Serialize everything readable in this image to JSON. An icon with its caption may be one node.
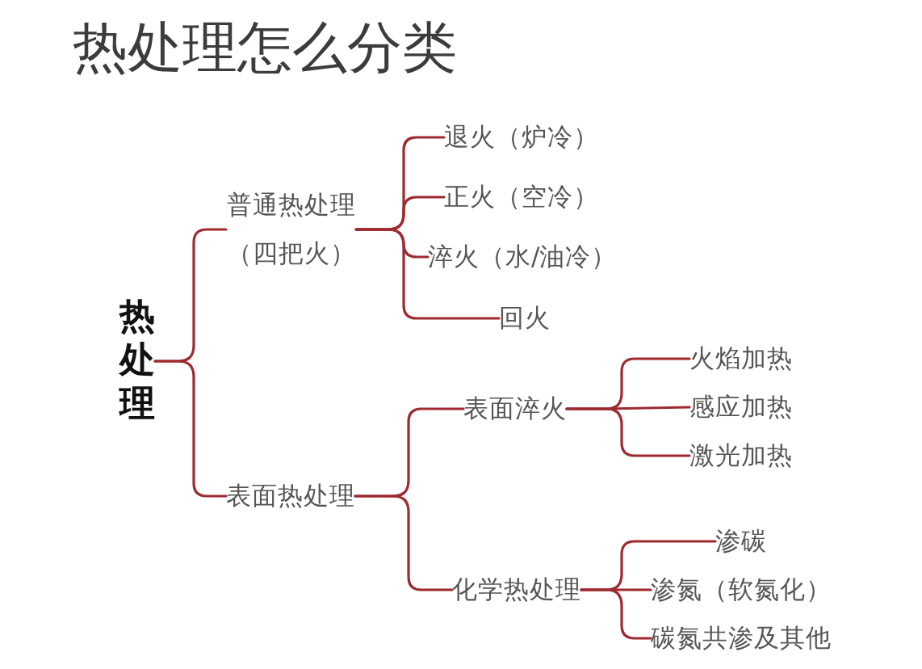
{
  "diagram": {
    "title": "热处理怎么分类",
    "nodes": [
      {
        "text": [
          "热处理"
        ]
      },
      {
        "text": [
          "普通热处理（四把火）"
        ]
      },
      {
        "text": [
          "退火（炉冷）"
        ]
      },
      {
        "text": [
          "正火（空冷）"
        ]
      },
      {
        "text": [
          "淬火（水/油冷）"
        ]
      },
      {
        "text": [
          "回火"
        ]
      },
      {
        "text": [
          "表面热处理"
        ]
      },
      {
        "text": [
          "表面淬火"
        ]
      },
      {
        "text": [
          "火焰加热"
        ]
      },
      {
        "text": [
          "感应加热"
        ]
      },
      {
        "text": [
          "激光加热"
        ]
      },
      {
        "text": [
          "化学热处理"
        ]
      },
      {
        "text": [
          "渗碳"
        ]
      },
      {
        "text": [
          "渗氮（软氮化）"
        ]
      },
      {
        "text": [
          "碳氮共渗及其他"
        ]
      }
    ],
    "edges": [
      {
        "from": 0,
        "to": 1,
        "arrow": "none"
      },
      {
        "from": 0,
        "to": 6,
        "arrow": "none"
      },
      {
        "from": 1,
        "to": 2,
        "arrow": "none"
      },
      {
        "from": 1,
        "to": 3,
        "arrow": "none"
      },
      {
        "from": 1,
        "to": 4,
        "arrow": "none"
      },
      {
        "from": 1,
        "to": 5,
        "arrow": "none"
      },
      {
        "from": 6,
        "to": 7,
        "arrow": "none"
      },
      {
        "from": 6,
        "to": 11,
        "arrow": "none"
      },
      {
        "from": 7,
        "to": 8,
        "arrow": "none"
      },
      {
        "from": 7,
        "to": 9,
        "arrow": "none"
      },
      {
        "from": 7,
        "to": 10,
        "arrow": "none"
      },
      {
        "from": 11,
        "to": 12,
        "arrow": "none"
      },
      {
        "from": 11,
        "to": 13,
        "arrow": "none"
      },
      {
        "from": 11,
        "to": 14,
        "arrow": "none"
      }
    ]
  }
}
